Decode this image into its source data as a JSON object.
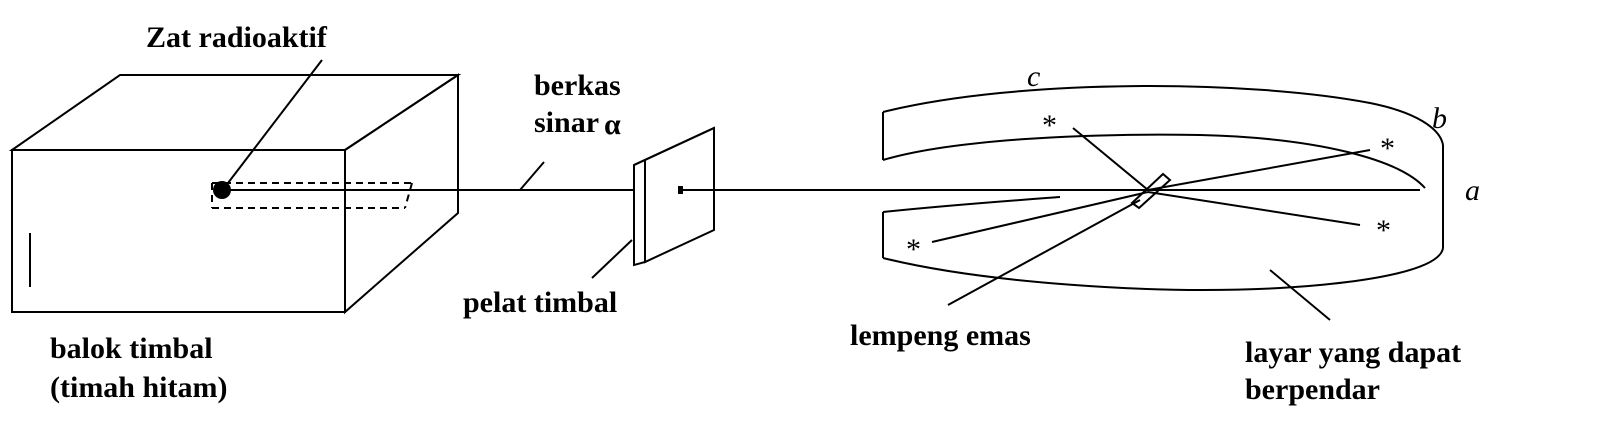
{
  "labels": {
    "zat_radioaktif": "Zat radioaktif",
    "berkas": "berkas",
    "sinar": "sinar",
    "alpha_symbol": "α",
    "pelat_timbal": "pelat timbal",
    "balok_line1": "balok timbal",
    "balok_line2": "(timah hitam)",
    "lempeng_emas": "lempeng emas",
    "layar_line1": "layar yang dapat",
    "layar_line2": "berpendar",
    "point_a": "a",
    "point_b": "b",
    "point_c": "c"
  },
  "marks": {
    "scintillation": "*"
  },
  "colors": {
    "ink": "#000000",
    "background": "#ffffff"
  }
}
